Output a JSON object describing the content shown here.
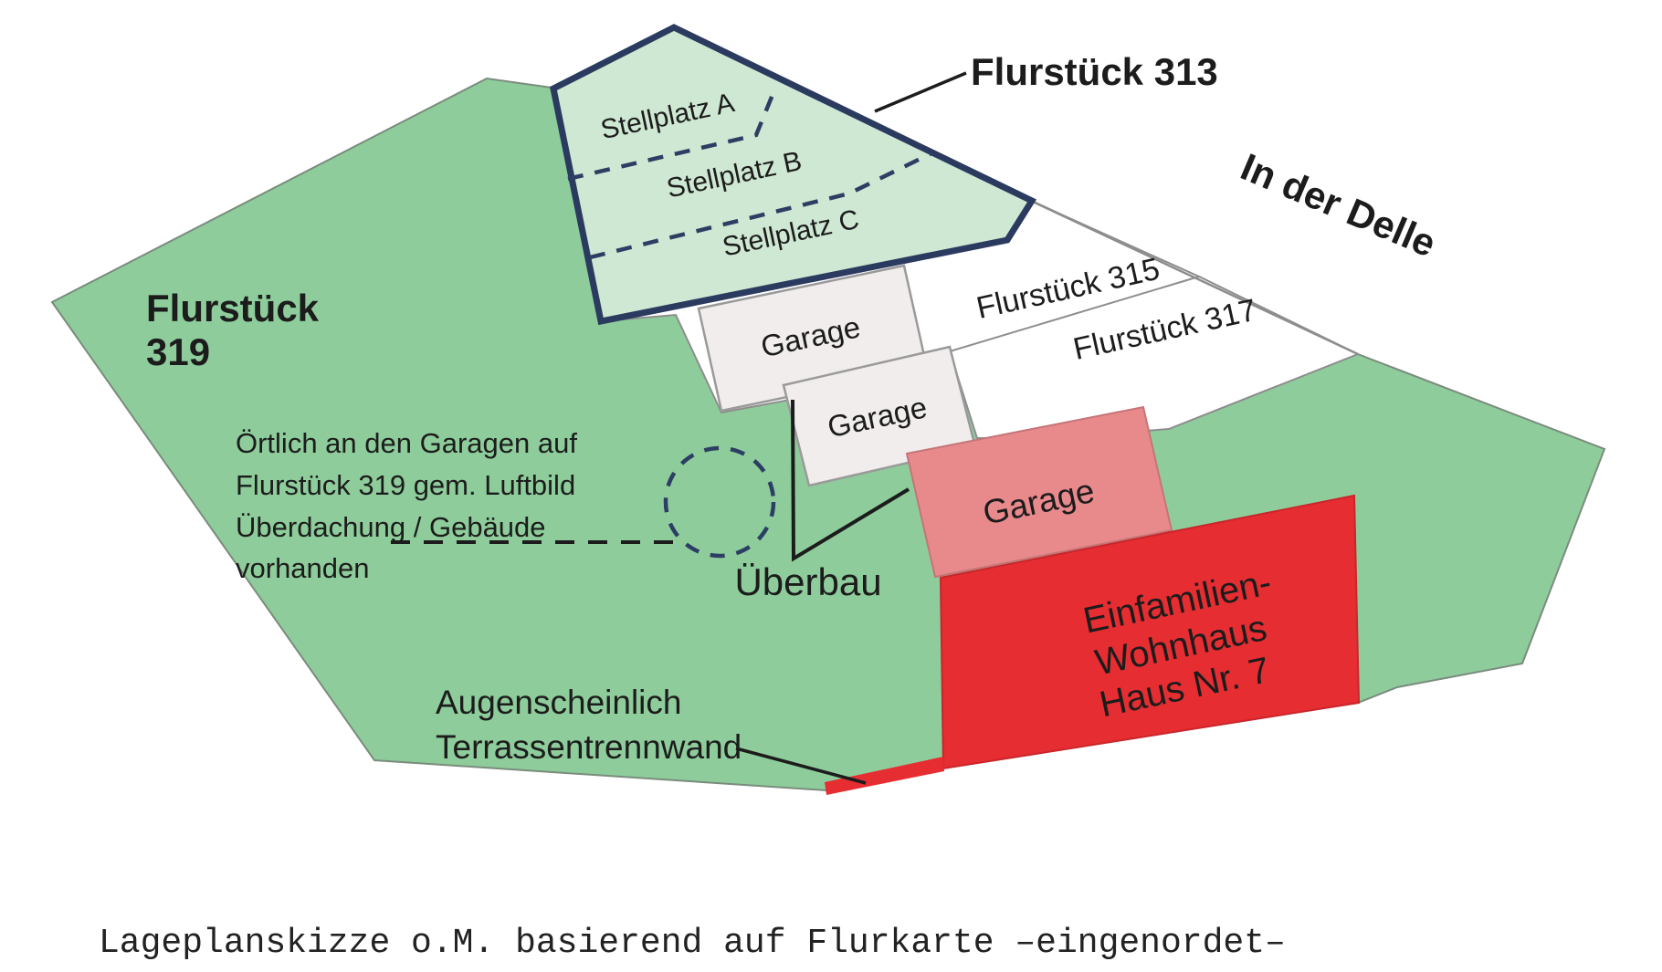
{
  "caption": "Lageplanskizze o.M. basierend auf Flurkarte –eingenordet–",
  "colors": {
    "background": "#ffffff",
    "parcel_green_main": "#8ecd9b",
    "parcel_green_border": "#7a8c7d",
    "parcel_313_fill": "#cfe8d3",
    "parcel_313_border": "#2b3a5f",
    "parcel_white_fill": "#ffffff",
    "parcel_white_border": "#8d8d8d",
    "garage_fill": "#f2eded",
    "garage_border": "#9a9a9a",
    "garage_pink_fill": "#e8898c",
    "garage_pink_border": "#c47578",
    "house_red": "#e62d32",
    "wall_red": "#e62d32",
    "leader_black": "#1c1c1c",
    "street_line_gray": "#8d8d8d",
    "dashed_navy": "#2c3e63",
    "text_black": "#1c1c1c"
  },
  "parcels": {
    "flurstueck_319": {
      "label_line1": "Flurstück",
      "label_line2": "319"
    },
    "flurstueck_313": {
      "label": "Flurstück 313",
      "stellplaetze": [
        "Stellplatz A",
        "Stellplatz B",
        "Stellplatz C"
      ]
    },
    "flurstueck_315": {
      "label": "Flurstück 315"
    },
    "flurstueck_317": {
      "label": "Flurstück 317"
    },
    "street": {
      "label": "In der Delle"
    }
  },
  "buildings": {
    "garage_upper_label": "Garage",
    "garage_middle_label": "Garage",
    "garage_pink_label": "Garage",
    "house": {
      "line1": "Einfamilien-",
      "line2": "Wohnhaus",
      "line3": "Haus Nr. 7"
    }
  },
  "annotations": {
    "ueberbau_label": "Überbau",
    "luftbild_note": {
      "line1": "Örtlich an den Garagen auf",
      "line2": "Flurstück 319 gem. Luftbild",
      "line3": "Überdachung / Gebäude",
      "line4": "vorhanden"
    },
    "terrassenwand": {
      "line1": "Augenscheinlich",
      "line2": "Terrassentrennwand"
    }
  }
}
